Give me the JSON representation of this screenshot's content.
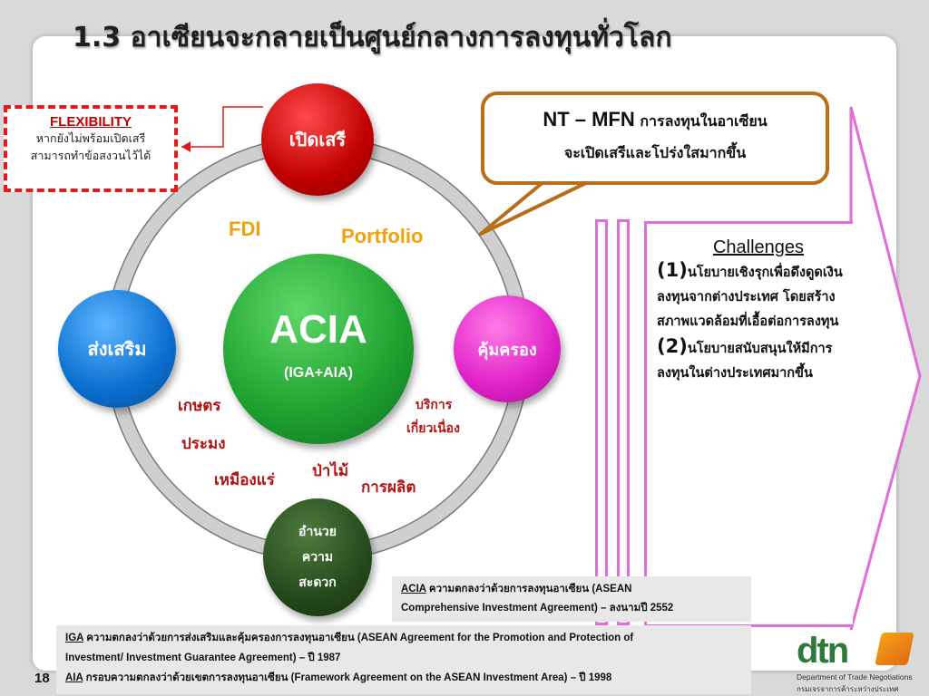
{
  "title": "1.3 อาเซียนจะกลายเป็นศูนย์กลางการลงทุนทั่วโลก",
  "flexibility": {
    "heading": "FLEXIBILITY",
    "line1": "หากยังไม่พร้อมเปิดเสรี",
    "line2": "สามารถทำข้อสงวนไว้ได้"
  },
  "circles": {
    "liberalize": "เปิดเสรี",
    "promote": "ส่งเสริม",
    "protect": "คุ้มครอง",
    "acia": "ACIA",
    "acia_sub": "(IGA+AIA)",
    "facilitate_1": "อำนวย",
    "facilitate_2": "ความ",
    "facilitate_3": "สะดวก"
  },
  "labels": {
    "fdi": "FDI",
    "portfolio": "Portfolio",
    "agriculture": "เกษตร",
    "fishery": "ประมง",
    "mining": "เหมืองแร่",
    "forestry": "ป่าไม้",
    "manufacturing": "การผลิต",
    "services_1": "บริการ",
    "services_2": "เกี่ยวเนื่อง"
  },
  "callout": {
    "bold": "NT – MFN",
    "line1_rest": " การลงทุนในอาเซียน",
    "line2": "จะเปิดเสรีและโปร่งใสมากขึ้น"
  },
  "challenges": {
    "heading": "Challenges",
    "num1": "(1)",
    "item1": "นโยบายเชิงรุกเพื่อดึงดูดเงินลงทุนจากต่างประเทศ โดยสร้างสภาพแวดล้อมที่เอื้อต่อการลงทุน",
    "num2": "(2)",
    "item2": "นโยบายสนับสนุนให้มีการลงทุนในต่างประเทศมากขึ้น"
  },
  "notes": {
    "acia_term": "ACIA",
    "acia_line1": " ความตกลงว่าด้วยการลงทุนอาเซียน (ASEAN",
    "acia_line2": "Comprehensive Investment Agreement)  – ลงนามปี 2552",
    "iga_term": "IGA",
    "iga_line1": " ความตกลงว่าด้วยการส่งเสริมและคุ้มครองการลงทุนอาเซียน (ASEAN Agreement for the Promotion and Protection of",
    "iga_line2": "Investment/ Investment Guarantee Agreement)  – ปี 1987",
    "aia_term": "AIA",
    "aia_line": " กรอบความตกลงว่าด้วยเขตการลงทุนอาเซียน (Framework Agreement on the ASEAN Investment Area) – ปี 1998"
  },
  "page_number": "18",
  "logo": {
    "name": "dtn",
    "sub1": "Department of Trade Negotiations",
    "sub2": "กรมเจรจาการค้าระหว่างประเทศ"
  },
  "colors": {
    "flex_border": "#e01b1b",
    "liberalize": "#c00000",
    "promote": "#0a6fd0",
    "protect": "#e021c8",
    "acia": "#1ea02f",
    "facilitate": "#254a1c",
    "callout_border": "#b86d16",
    "challenges_border": "#e06ed6",
    "label_orange": "#f0a20a",
    "label_red": "#b51414"
  }
}
